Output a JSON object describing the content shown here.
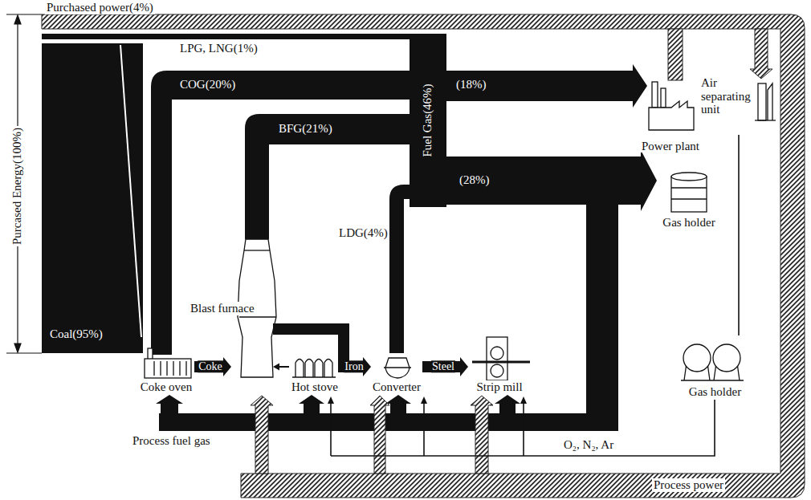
{
  "diagram": {
    "nodes": [
      {
        "text": [
          "Coke oven"
        ]
      },
      {
        "text": [
          "Blast furnace"
        ]
      },
      {
        "text": [
          "Hot stove"
        ]
      },
      {
        "text": [
          "Converter"
        ]
      },
      {
        "text": [
          "Strip mill"
        ]
      },
      {
        "text": [
          "Power plant"
        ]
      },
      {
        "text": [
          "Gas holder"
        ]
      },
      {
        "text": [
          "Air separating unit"
        ]
      },
      {
        "text": [
          "Gas holder"
        ]
      }
    ],
    "edges": [
      {
        "from": 0,
        "to": 1,
        "label": "Coke",
        "arrow": "to"
      },
      {
        "from": 2,
        "to": 1,
        "arrow": "to"
      },
      {
        "from": 1,
        "to": 3,
        "label": "Iron",
        "arrow": "to"
      },
      {
        "from": 3,
        "to": 4,
        "label": "Steel",
        "arrow": "to"
      },
      {
        "from": 7,
        "to": 8,
        "arrow": "none"
      }
    ],
    "labels": [
      "Purchased power(4%)",
      "LPG, LNG(1%)",
      "Purcased Energy(100%)",
      "COG(20%)",
      "BFG(21%)",
      "Fuel Gas(46%)",
      "(18%)",
      "(28%)",
      "LDG(4%)",
      "Coal(95%)",
      "Process fuel gas",
      "O₂, N₂, Ar",
      "Process power"
    ]
  }
}
